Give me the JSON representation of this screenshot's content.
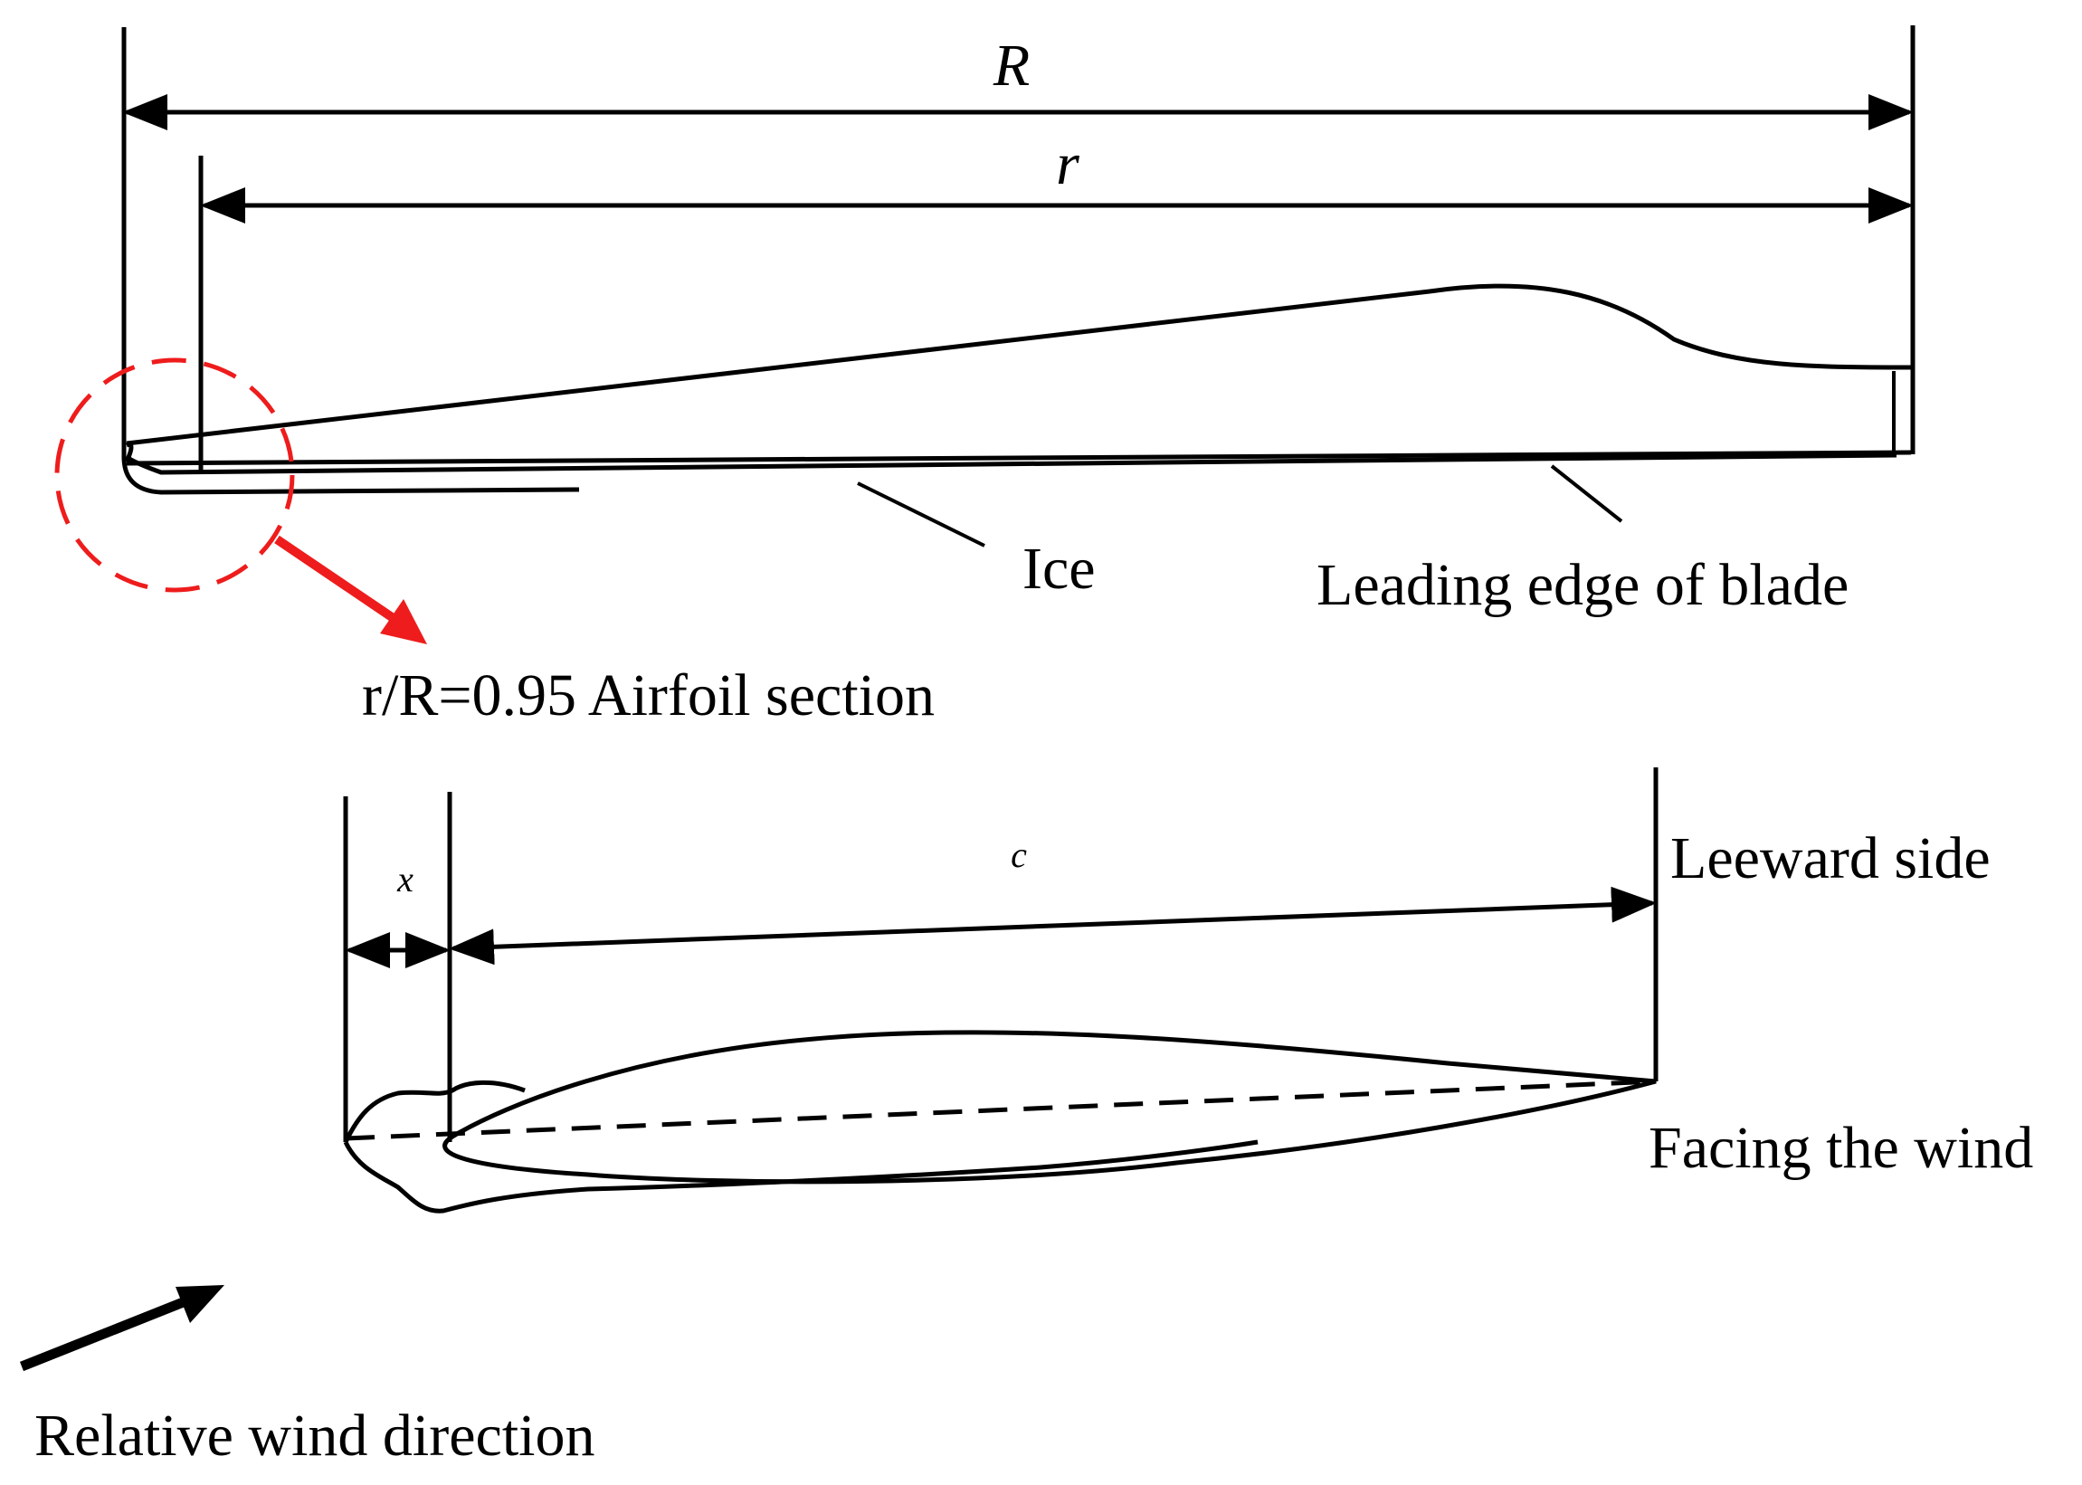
{
  "dimensions": {
    "R": "R",
    "r": "r",
    "x": "x",
    "c": "c"
  },
  "labels": {
    "ice": "Ice",
    "leading_edge": "Leading edge of blade",
    "airfoil_section": "r/R=0.95 Airfoil section",
    "leeward_side": "Leeward side",
    "facing_wind": "Facing the wind",
    "relative_wind": "Relative wind direction"
  },
  "colors": {
    "line": "#000000",
    "highlight": "#ee1c1c"
  }
}
